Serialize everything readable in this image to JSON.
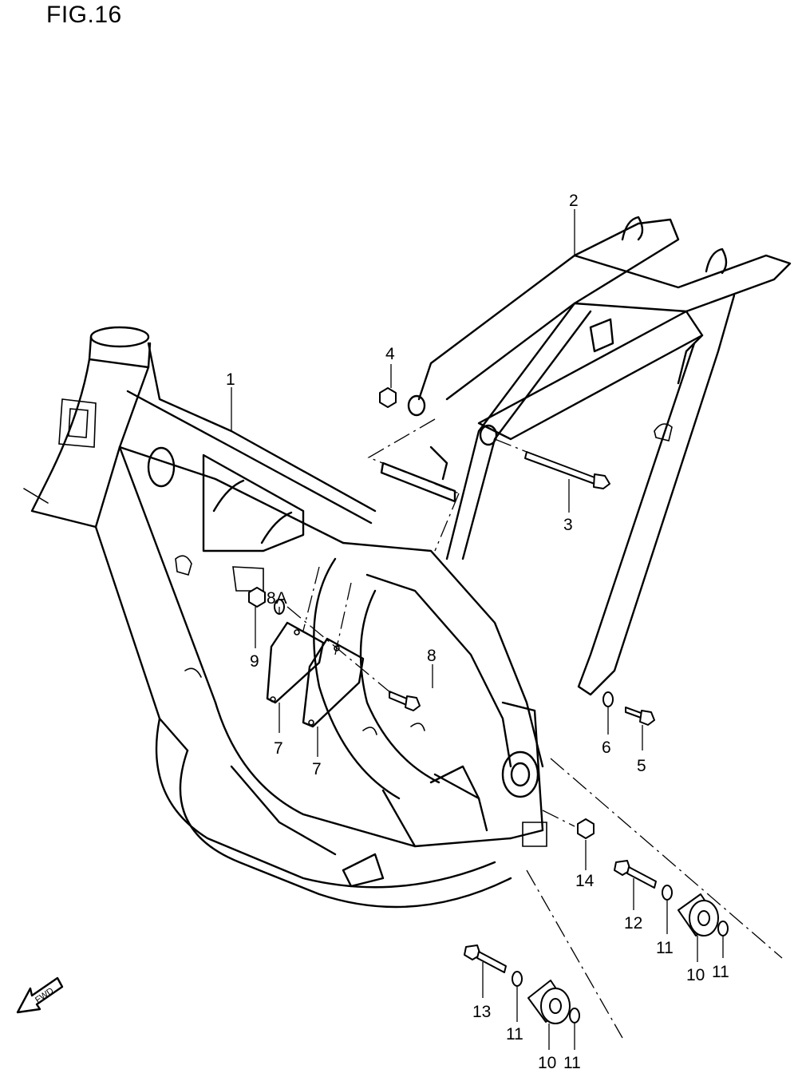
{
  "figure": {
    "title": "FIG.16"
  },
  "callouts": [
    {
      "id": "c1",
      "text": "1"
    },
    {
      "id": "c2",
      "text": "2"
    },
    {
      "id": "c3",
      "text": "3"
    },
    {
      "id": "c4",
      "text": "4"
    },
    {
      "id": "c5",
      "text": "5"
    },
    {
      "id": "c6",
      "text": "6"
    },
    {
      "id": "c7a",
      "text": "7"
    },
    {
      "id": "c7b",
      "text": "7"
    },
    {
      "id": "c8",
      "text": "8"
    },
    {
      "id": "c8a",
      "text": "8A"
    },
    {
      "id": "c9",
      "text": "9"
    },
    {
      "id": "c10a",
      "text": "10"
    },
    {
      "id": "c10b",
      "text": "10"
    },
    {
      "id": "c11a",
      "text": "11"
    },
    {
      "id": "c11b",
      "text": "11"
    },
    {
      "id": "c11c",
      "text": "11"
    },
    {
      "id": "c11d",
      "text": "11"
    },
    {
      "id": "c12",
      "text": "12"
    },
    {
      "id": "c13",
      "text": "13"
    },
    {
      "id": "c14",
      "text": "14"
    }
  ],
  "direction_marker": {
    "text": "FWD",
    "icon": "fwd-arrow-icon"
  }
}
